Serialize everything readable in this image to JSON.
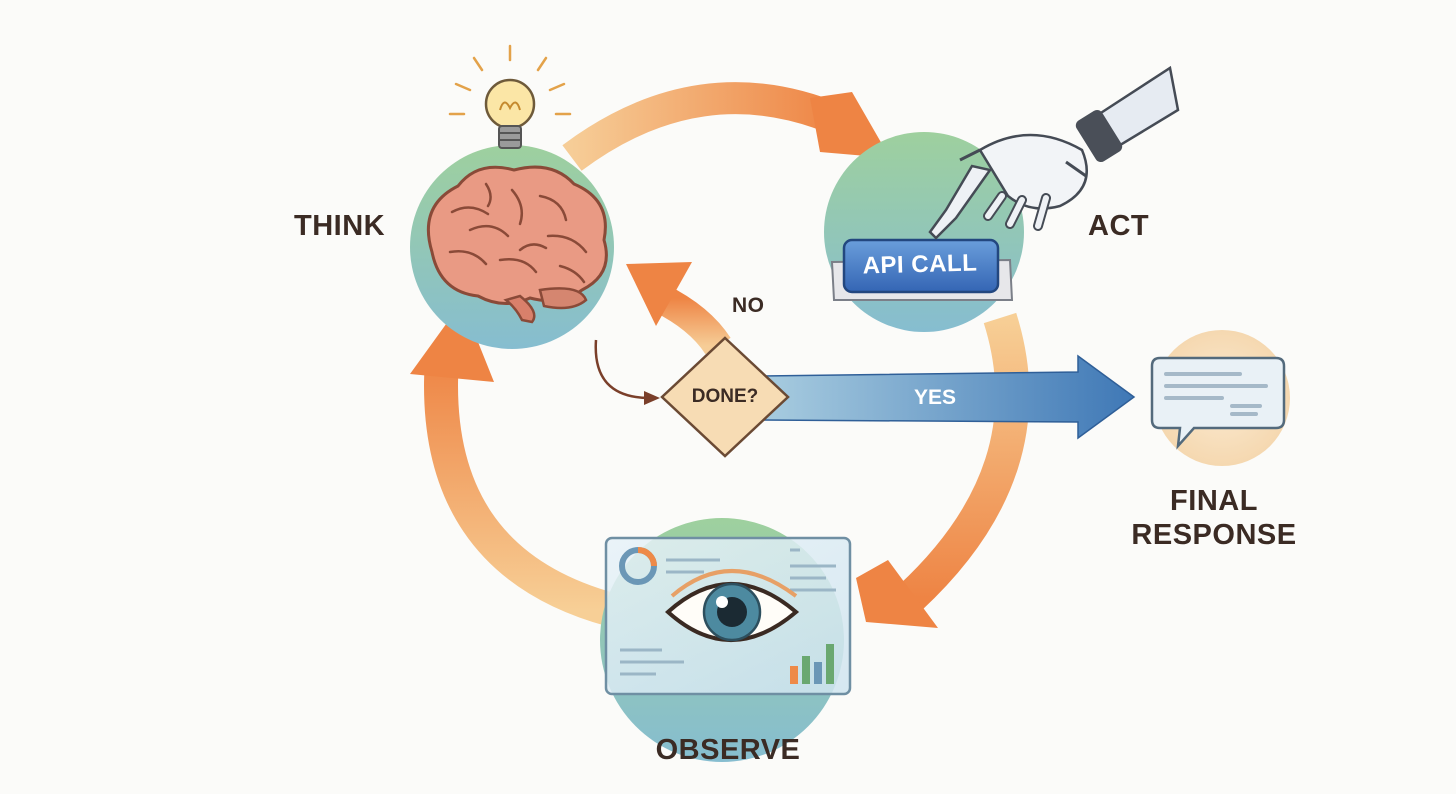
{
  "diagram": {
    "nodes": {
      "think": {
        "label": "THINK",
        "icon": "brain-icon",
        "accent_icon": "lightbulb-icon"
      },
      "act": {
        "label": "ACT",
        "icon": "robot-hand-icon",
        "button_label": "API CALL"
      },
      "observe": {
        "label": "OBSERVE",
        "icon": "eye-icon",
        "panel_icon": "dashboard-panel-icon"
      },
      "decision": {
        "label": "DONE?",
        "no_label": "NO",
        "yes_label": "YES"
      },
      "final": {
        "label_line1": "FINAL",
        "label_line2": "RESPONSE",
        "icon": "chat-bubble-icon"
      }
    },
    "colors": {
      "loop_arrow": "#ee8a48",
      "loop_arrow_light": "#f5c78f",
      "yes_arrow": "#4d84bd",
      "node_green": "#9ecf9f",
      "node_blue": "#8ebfd0",
      "decision_fill": "#f6dcb4",
      "final_fill": "#f8e0bf",
      "text": "#3b2b24"
    }
  }
}
